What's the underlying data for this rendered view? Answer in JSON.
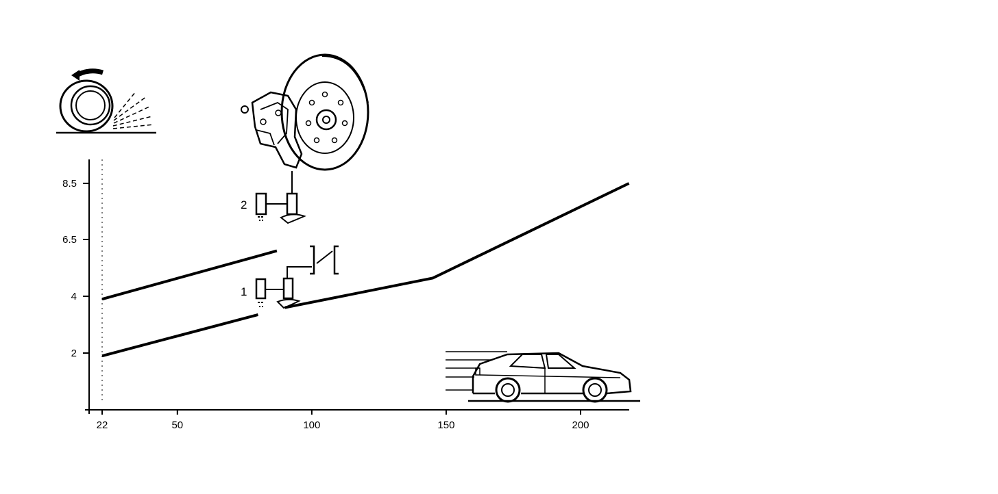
{
  "chart_data": {
    "type": "line",
    "title": "",
    "xlabel": "",
    "ylabel": "",
    "x_ticks": [
      22,
      50,
      100,
      150,
      200
    ],
    "y_ticks": [
      2,
      4,
      6.5,
      8.5
    ],
    "x_tick_labels": [
      "22",
      "50",
      "100",
      "150",
      "200"
    ],
    "y_tick_labels": [
      "2",
      "4",
      "6.5",
      "8.5"
    ],
    "series": [
      {
        "id": "upper",
        "points": [
          [
            22,
            3.9
          ],
          [
            87,
            6.0
          ]
        ]
      },
      {
        "id": "lower",
        "points": [
          [
            22,
            1.9
          ],
          [
            80,
            3.35
          ],
          [
            90,
            3.6
          ],
          [
            145,
            4.8
          ],
          [
            218,
            8.5
          ]
        ]
      }
    ],
    "markers": [
      {
        "id": "marker-1",
        "label": "1"
      },
      {
        "id": "marker-2",
        "label": "2"
      }
    ],
    "grid": false,
    "legend": "none"
  },
  "colors": {
    "ink": "#000000",
    "background": "#ffffff"
  },
  "icons": [
    "spinning-tire-icon",
    "brake-disc-caliper-icon",
    "car-in-motion-icon",
    "brake-pad-icon"
  ]
}
